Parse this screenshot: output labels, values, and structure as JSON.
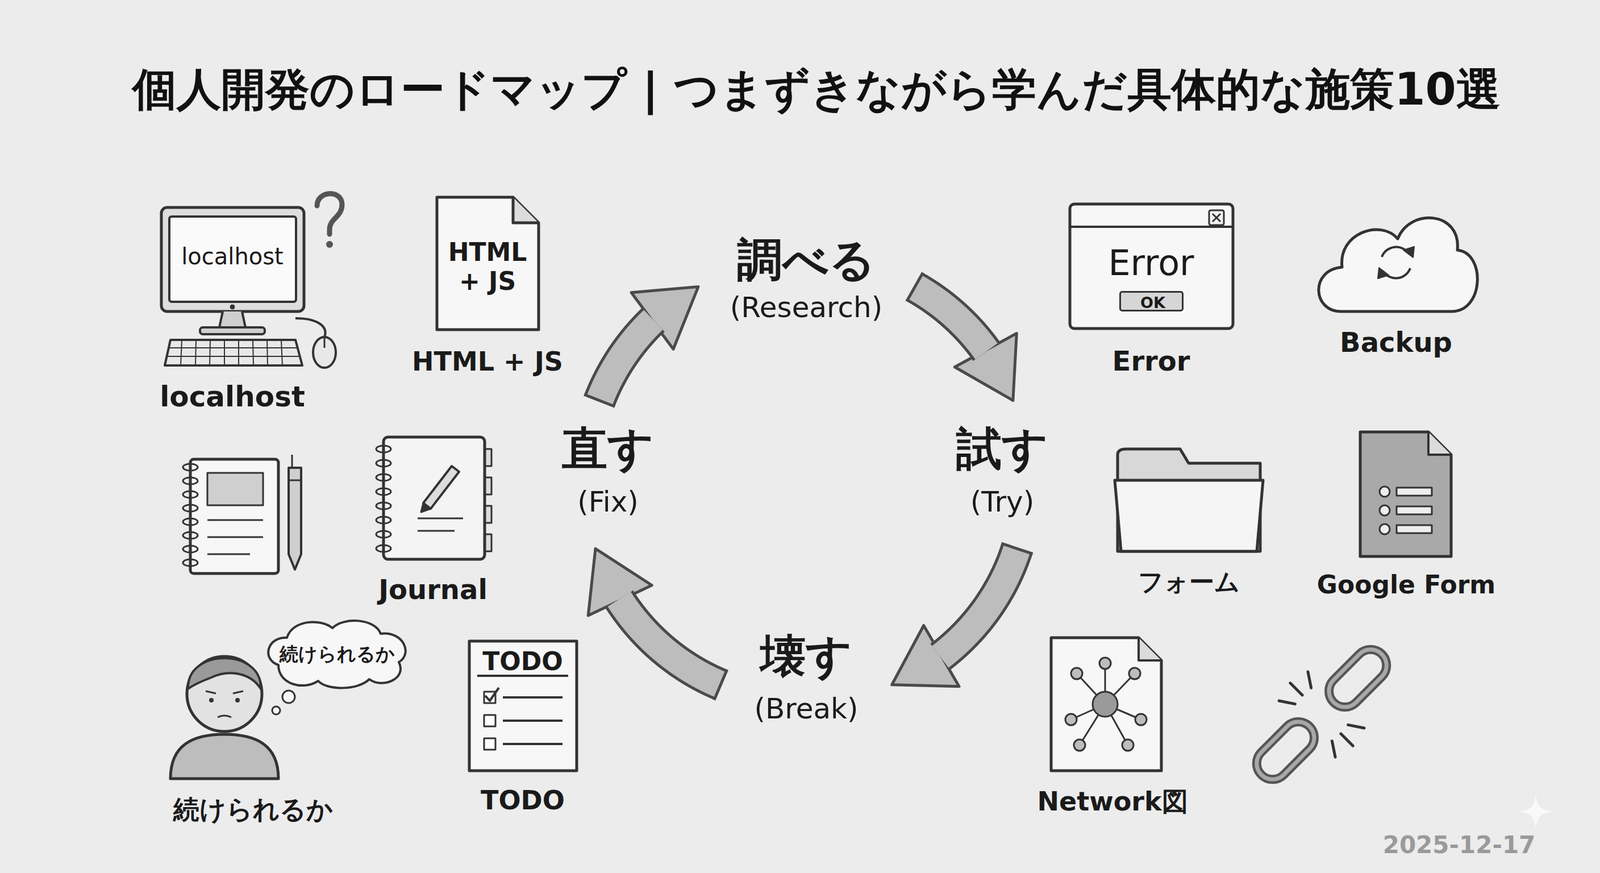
{
  "diagram": {
    "title": "個人開発のロードマップ | つまずきながら学んだ具体的な施策10選",
    "nodes": [
      {
        "text": [
          "localhost",
          "localhost"
        ]
      },
      {
        "text": [
          "HTML + JS",
          "HTML + JS"
        ]
      },
      {
        "text": [
          "調べる",
          "(Research)"
        ]
      },
      {
        "text": [
          "Error",
          "Error"
        ]
      },
      {
        "text": [
          "OK"
        ],
        "in": 3
      },
      {
        "text": [
          "Backup"
        ]
      },
      {
        "text": [
          "Journal"
        ]
      },
      {
        "text": [
          "直す",
          "(Fix)"
        ]
      },
      {
        "text": [
          "試す",
          "(Try)"
        ]
      },
      {
        "text": [
          "フォーム"
        ]
      },
      {
        "text": [
          "Google Form"
        ]
      },
      {
        "text": [
          "続けられるか"
        ]
      },
      {
        "text": [
          "TODO",
          "TODO"
        ]
      },
      {
        "text": [
          "壊す",
          "(Break)"
        ]
      },
      {
        "text": [
          "Network図"
        ]
      }
    ],
    "edges": [
      {
        "from": 2,
        "to": 8,
        "arrow": "to"
      },
      {
        "from": 8,
        "to": 13,
        "arrow": "to"
      },
      {
        "from": 13,
        "to": 7,
        "arrow": "to"
      },
      {
        "from": 7,
        "to": 2,
        "arrow": "to"
      }
    ],
    "labels": [
      "続けられるか",
      "2025-12-17"
    ]
  }
}
